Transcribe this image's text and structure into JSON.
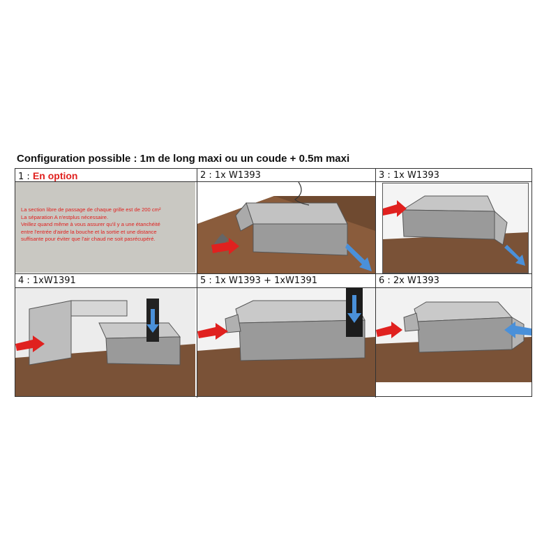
{
  "title": "Configuration possible : 1m de long maxi ou un coude + 0.5m maxi",
  "cells": [
    {
      "num": "1 :",
      "label": "En option",
      "note": [
        "La section libre de passage de chaque grille est de 200 cm²",
        "La séparation A n'estplus nécessaire.",
        " Veillez quand même à vous assurer qu'il y a une étanchéité",
        "entre l'entrée d'airde la bouche et la sortie et une distance",
        "suffisante pour éviter que l'air chaud ne soit pasrécupéré."
      ]
    },
    {
      "label": "2 : 1x W1393"
    },
    {
      "label": "3 : 1x W1393"
    },
    {
      "label": "4 : 1xW1391"
    },
    {
      "label": "5 : 1x W1393 + 1xW1391"
    },
    {
      "label": "6 : 2x W1393"
    }
  ],
  "colors": {
    "hot_arrow": "#e0211f",
    "cold_arrow": "#4a90d9",
    "wood": "#7a5237",
    "metal": "#9a9a9a"
  }
}
